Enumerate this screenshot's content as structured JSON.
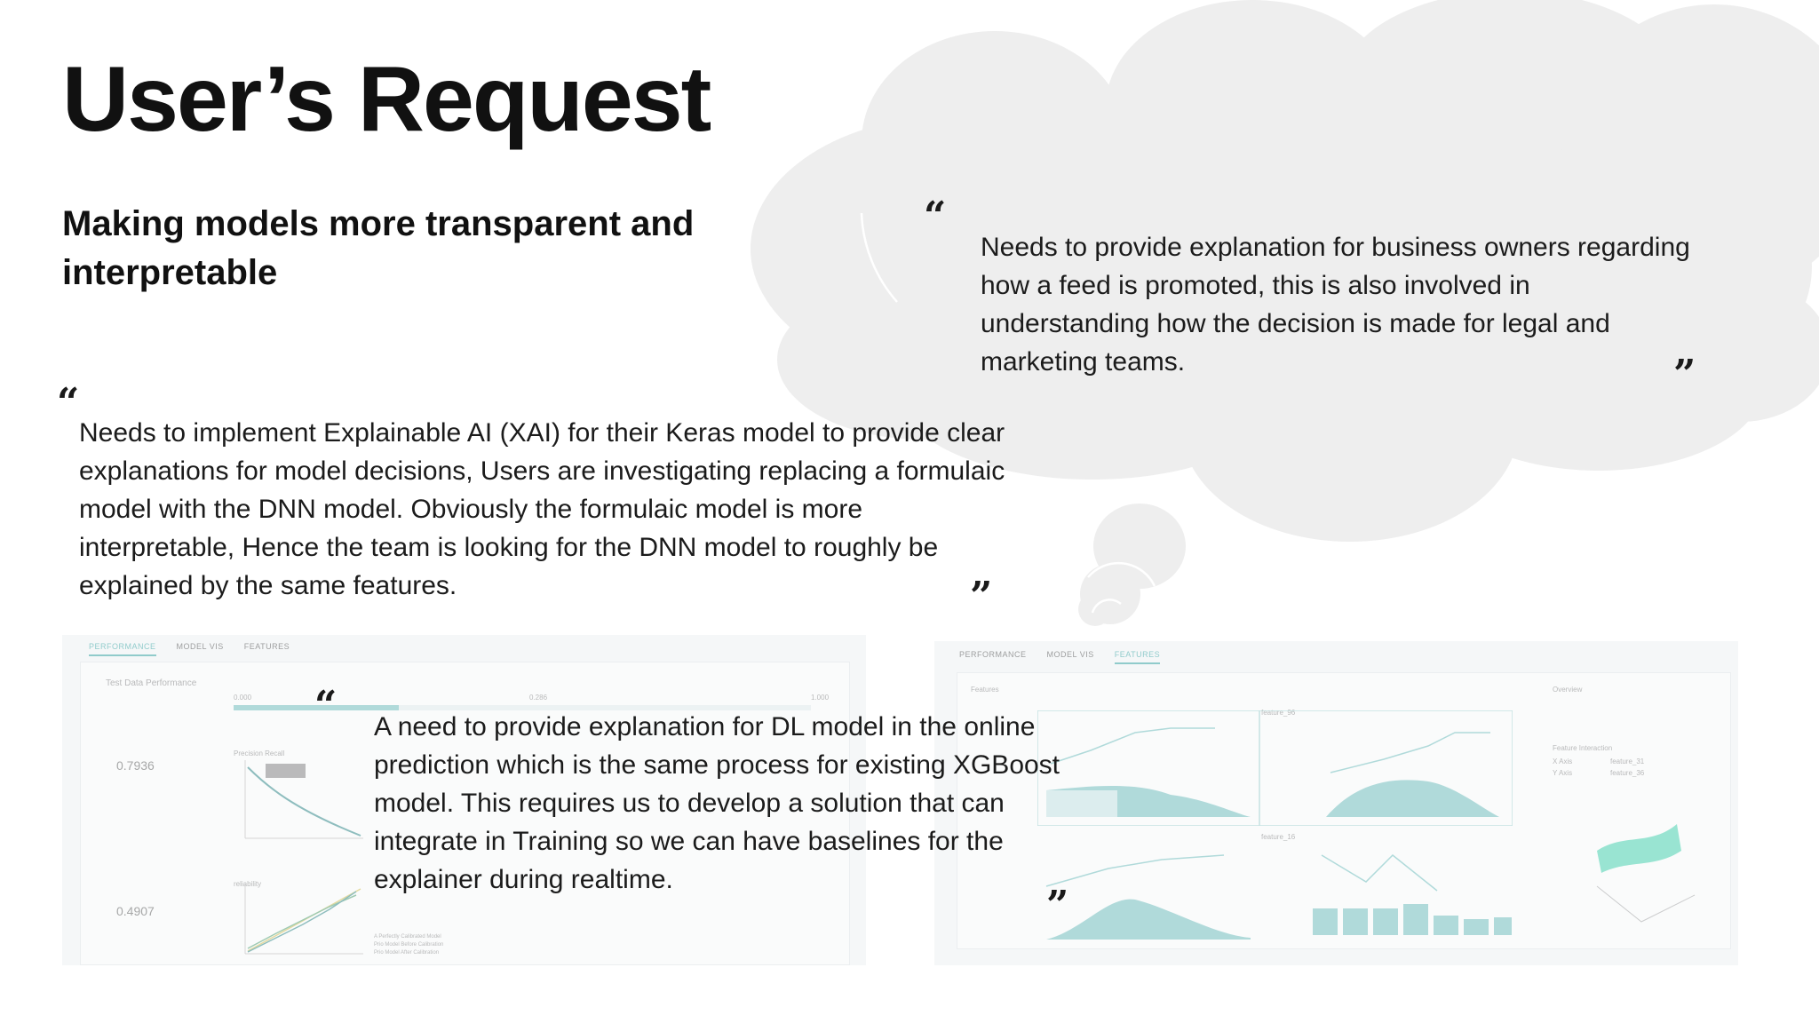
{
  "slide": {
    "title": "User’s Request",
    "subtitle": "Making models more transparent and interpretable"
  },
  "quotes": [
    {
      "open": "“",
      "close": "”",
      "text": "Needs to provide explanation for business owners regarding how a feed is promoted, this is also involved in understanding how the decision is made for legal and marketing teams."
    },
    {
      "open": "“",
      "close": "”",
      "text": "Needs to implement Explainable AI (XAI) for their Keras model to provide clear explanations for model decisions, Users are investigating replacing a formulaic model with the DNN model. Obviously the formulaic model is more interpretable, Hence the team is looking for the DNN model to roughly be explained by the same features."
    },
    {
      "open": "“",
      "close": "”",
      "text": "A need to provide explanation for DL model in the online prediction which is the same process for existing XGBoost model. This requires us to develop a solution that can integrate in Training so we can have baselines for the explainer during realtime."
    }
  ],
  "screenshot_left": {
    "tabs": [
      "PERFORMANCE",
      "MODEL VIS",
      "FEATURES"
    ],
    "active_tab": "PERFORMANCE",
    "section_title": "Test Data Performance",
    "stat_1": "0.7936",
    "stat_2": "0.4907",
    "chart_1_title": "Precision Recall",
    "chart_2_title": "reliability",
    "bar_left": "0.000",
    "bar_mid": "0.286",
    "bar_right": "1.000",
    "legend": [
      "A Perfectly Calibrated Model",
      "Prio Model Before Calibration",
      "Prio Model After Calibration"
    ]
  },
  "screenshot_right": {
    "tabs": [
      "PERFORMANCE",
      "MODEL VIS",
      "FEATURES"
    ],
    "active_tab": "FEATURES",
    "features_label": "Features",
    "overview_label": "Overview",
    "feature_a": "feature_96",
    "feature_b": "feature_16",
    "interaction_label": "Feature Interaction",
    "x_axis_label": "X Axis",
    "y_axis_label": "Y Axis",
    "x_axis_value": "feature_31",
    "y_axis_value": "feature_36"
  },
  "colors": {
    "cloud": "#eeeeee",
    "text": "#111111",
    "accent_teal": "#79c3c3"
  }
}
